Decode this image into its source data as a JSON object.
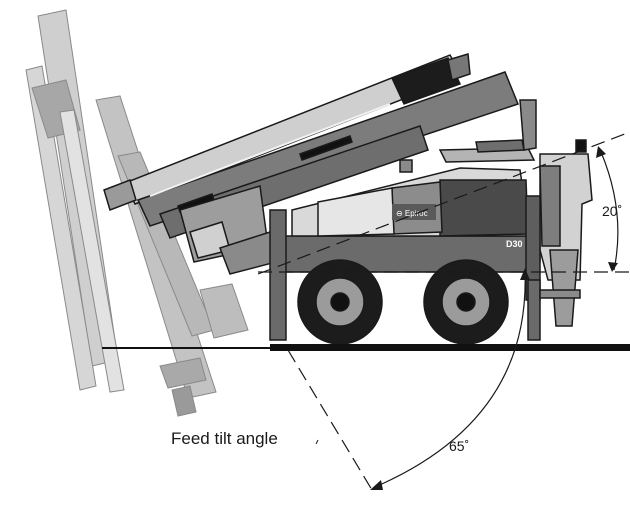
{
  "labels": {
    "feed_tilt": "Feed tilt angle",
    "tilt_angle": "65˚",
    "inclination_angle": "20˚"
  },
  "machine": {
    "brand": "Epiroc",
    "model": "D30"
  },
  "colors": {
    "outline": "#1a1a1a",
    "body_dark": "#6b6b6b",
    "body_mid": "#8c8c8c",
    "body_light": "#b4b4b4",
    "panel_light": "#d9d9d9",
    "ghost": "#c8c8c8",
    "ghost_dark": "#9e9e9e",
    "tire": "#1c1c1c",
    "ground": "#111111"
  }
}
